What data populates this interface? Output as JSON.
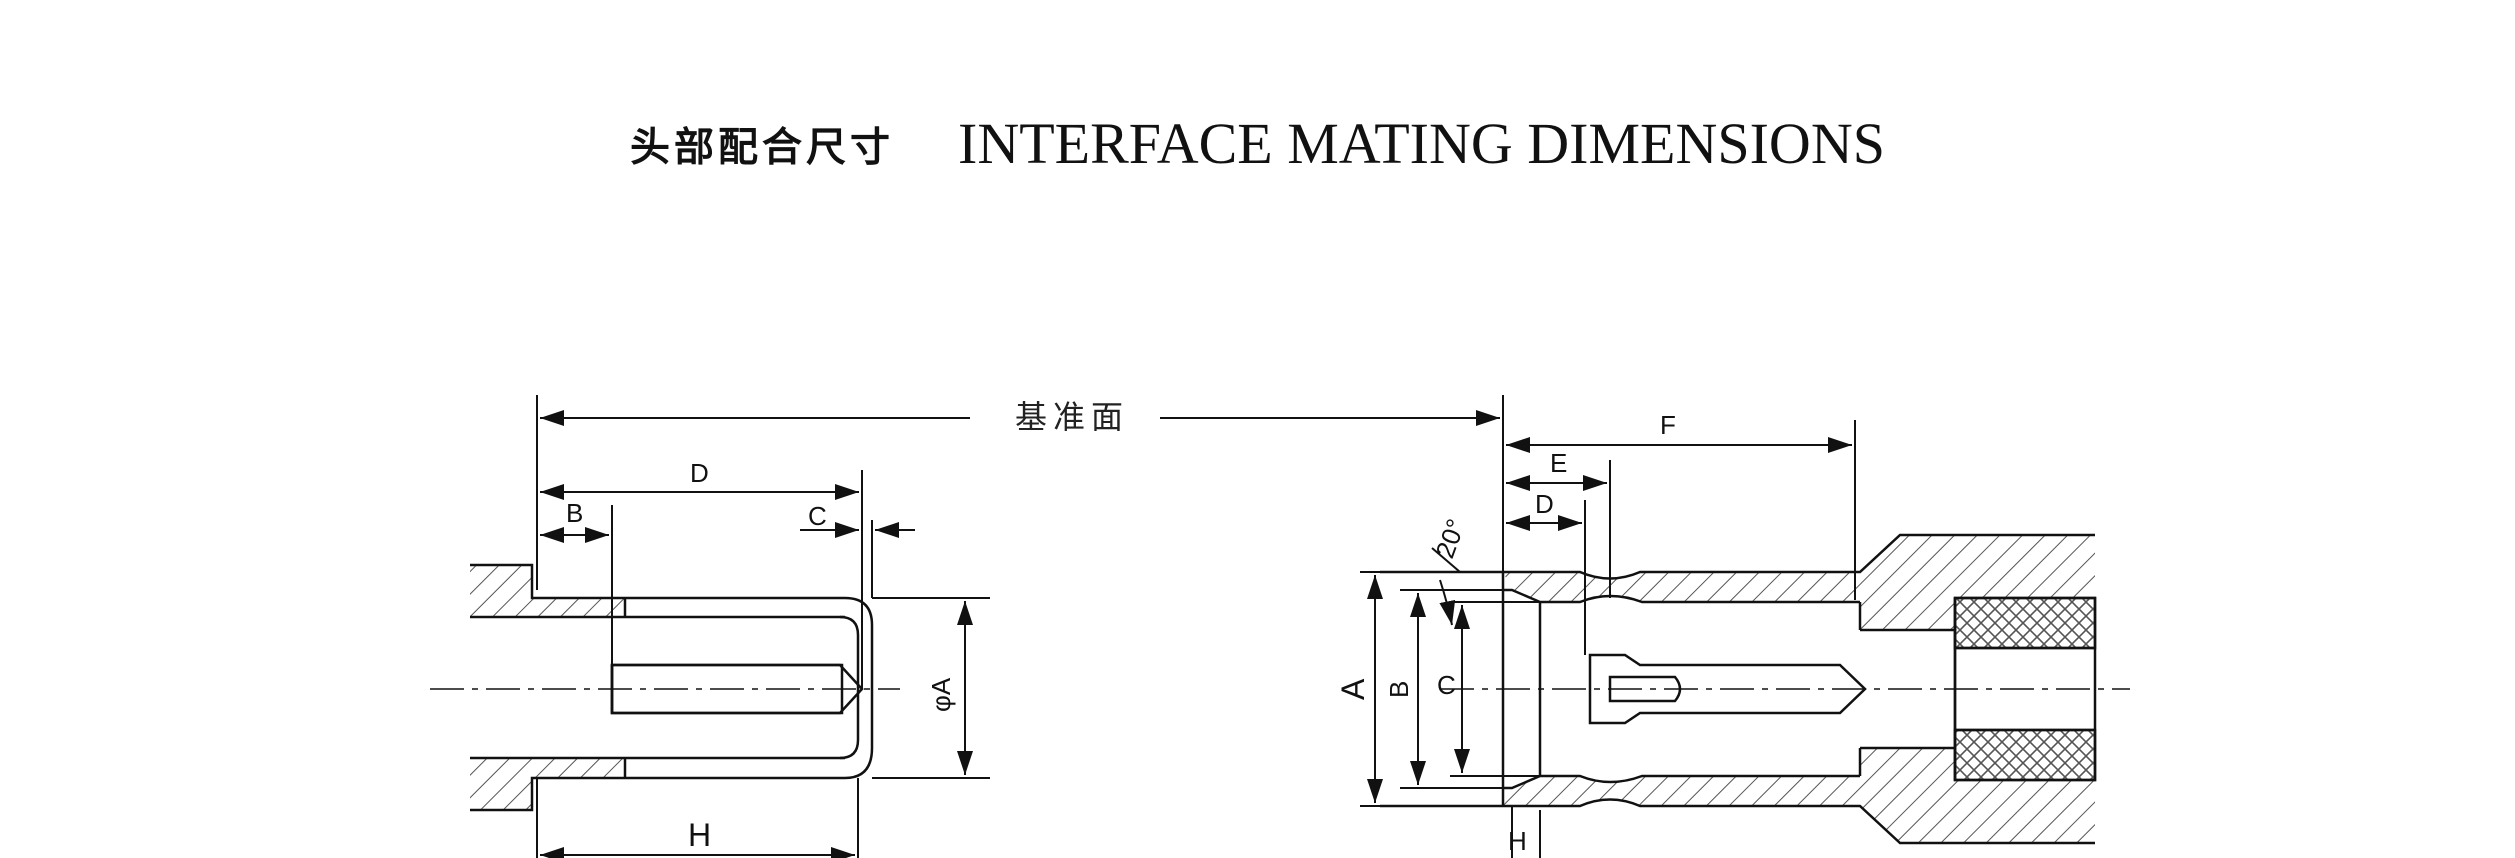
{
  "title": {
    "chinese": "头部配合尺寸",
    "english": "INTERFACE MATING DIMENSIONS"
  },
  "reference_plane_label": "基准面",
  "left_view": {
    "labels": {
      "D": "D",
      "B": "B",
      "C": "C",
      "phiA": "φA",
      "H": "H"
    }
  },
  "right_view": {
    "labels": {
      "F": "F",
      "E": "E",
      "D": "D",
      "angle": "20°",
      "A": "A",
      "B": "B",
      "C": "C",
      "H": "H"
    }
  },
  "colors": {
    "line": "#111111",
    "hatch": "#444444"
  }
}
